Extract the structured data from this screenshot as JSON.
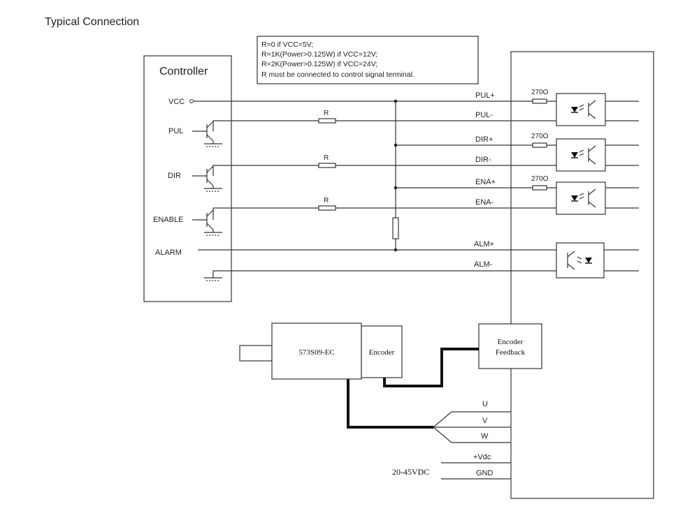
{
  "title": "Typical Connection",
  "note": {
    "lines": [
      "R=0 if VCC=5V;",
      "R=1K(Power>0.125W) if VCC=12V;",
      "R=2K(Power>0.125W) if VCC=24V;",
      "R must be connected to control signal terminal."
    ]
  },
  "controller": {
    "title": "Controller",
    "vcc": "VCC",
    "pul": "PUL",
    "dir": "DIR",
    "enable": "ENABLE",
    "alarm": "ALARM"
  },
  "resistors": {
    "r_label": "R",
    "driver_r": "270O"
  },
  "driver_terminals": {
    "pul_plus": "PUL+",
    "pul_minus": "PUL-",
    "dir_plus": "DIR+",
    "dir_minus": "DIR-",
    "ena_plus": "ENA+",
    "ena_minus": "ENA-",
    "alm_plus": "ALM+",
    "alm_minus": "ALM-",
    "u": "U",
    "v": "V",
    "w": "W",
    "vdc_plus": "+Vdc",
    "gnd": "GND"
  },
  "motor": {
    "model": "573S09-EC",
    "encoder": "Encoder"
  },
  "encoder_feedback": {
    "line1": "Encoder",
    "line2": "Feedback"
  },
  "supply": "20-45VDC"
}
